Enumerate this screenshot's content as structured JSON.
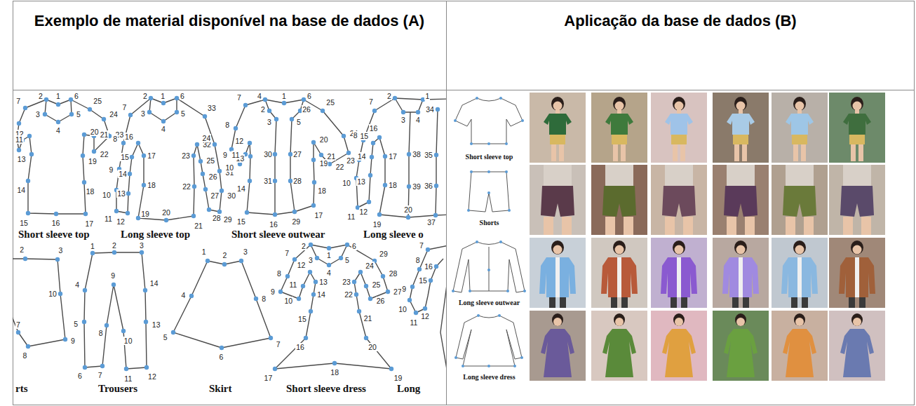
{
  "diagram": {
    "nodes": [
      {
        "text": [
          "Exemplo de material disponível na base de dados (A)"
        ]
      },
      {
        "text": [
          "Aplicação da base de dados (B)"
        ]
      },
      {
        "text": [
          "Short sleeve top",
          "2",
          "1",
          "6",
          "25",
          "24",
          "23",
          "22",
          "21",
          "20",
          "19",
          "18",
          "17",
          "16",
          "15",
          "14",
          "13",
          "12",
          "11",
          "7",
          "3",
          "4",
          "5"
        ],
        "in": 0
      },
      {
        "text": [
          "Long sleeve top",
          "2",
          "1",
          "6",
          "33",
          "32",
          "31",
          "30",
          "29",
          "28",
          "27",
          "26",
          "25",
          "24",
          "23",
          "22",
          "21",
          "20",
          "19",
          "18",
          "17",
          "16",
          "15",
          "14",
          "13",
          "12",
          "11",
          "10",
          "9",
          "8",
          "7",
          "3",
          "4",
          "5"
        ],
        "in": 0
      },
      {
        "text": [
          "Short sleeve outwear",
          "4",
          "1",
          "6",
          "25",
          "24",
          "23",
          "22",
          "21",
          "20",
          "19",
          "18",
          "17",
          "29",
          "16",
          "15",
          "14",
          "13",
          "12",
          "11",
          "10",
          "9",
          "8",
          "7",
          "2",
          "3",
          "30",
          "31",
          "26",
          "5",
          "27",
          "28"
        ],
        "in": 0
      },
      {
        "text": [
          "Long sleeve o",
          "1",
          "2",
          "7",
          "8",
          "10",
          "11",
          "12",
          "13",
          "14",
          "15",
          "16",
          "17",
          "18",
          "19",
          "20",
          "37",
          "3",
          "4",
          "38",
          "39",
          "34",
          "35",
          "36"
        ],
        "in": 0
      },
      {
        "text": [
          "rts",
          "2",
          "3",
          "10",
          "9",
          "8",
          "7"
        ],
        "in": 0
      },
      {
        "text": [
          "Trousers",
          "1",
          "2",
          "3",
          "14",
          "13",
          "12",
          "11",
          "10",
          "9",
          "8",
          "7",
          "6",
          "5",
          "4"
        ],
        "in": 0
      },
      {
        "text": [
          "Skirt",
          "1",
          "2",
          "3",
          "8",
          "7",
          "6",
          "5",
          "4"
        ],
        "in": 0
      },
      {
        "text": [
          "Short sleeve dress",
          "2",
          "1",
          "6",
          "29",
          "28",
          "27",
          "26",
          "25",
          "24",
          "23",
          "22",
          "21",
          "20",
          "19",
          "18",
          "17",
          "16",
          "15",
          "14",
          "13",
          "12",
          "11",
          "10",
          "9",
          "8",
          "7",
          "3",
          "4",
          "5"
        ],
        "in": 0
      },
      {
        "text": [
          "Long",
          "7",
          "8",
          "9",
          "10",
          "11",
          "12",
          "15",
          "16"
        ],
        "in": 0
      },
      {
        "text": [
          "Short sleeve top"
        ],
        "in": 1
      },
      {
        "text": [
          "Shorts"
        ],
        "in": 1
      },
      {
        "text": [
          "Long sleeve outwear"
        ],
        "in": 1
      },
      {
        "text": [
          "Long sleeve dress"
        ],
        "in": 1
      }
    ]
  }
}
